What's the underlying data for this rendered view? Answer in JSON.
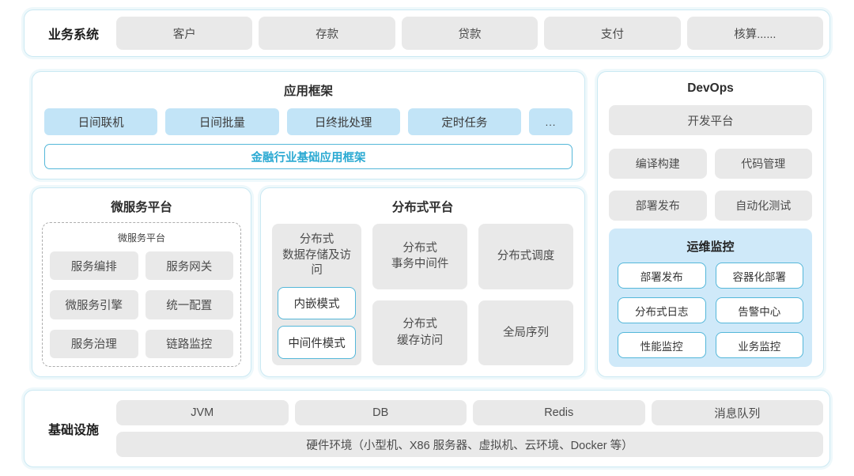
{
  "colors": {
    "panel_border": "#cbe9f3",
    "gray_box_bg": "#e9e9e9",
    "blue_box_bg": "#c2e4f7",
    "monitor_bg": "#cfe9f9",
    "teal_border": "#54b7d9",
    "teal_text": "#2aa9d2"
  },
  "business": {
    "label": "业务系统",
    "items": [
      "客户",
      "存款",
      "贷款",
      "支付",
      "核算......"
    ]
  },
  "app_framework": {
    "title": "应用框架",
    "items": [
      "日间联机",
      "日间批量",
      "日终批处理",
      "定时任务",
      "..."
    ],
    "base": "金融行业基础应用框架"
  },
  "microservice": {
    "title": "微服务平台",
    "inner_title": "微服务平台",
    "items": [
      "服务编排",
      "服务网关",
      "微服务引擎",
      "统一配置",
      "服务治理",
      "链路监控"
    ]
  },
  "distributed": {
    "title": "分布式平台",
    "storage": {
      "lines": [
        "分布式",
        "数据存储及访问"
      ],
      "modes": [
        "内嵌模式",
        "中间件模式"
      ]
    },
    "transaction": {
      "lines": [
        "分布式",
        "事务中间件"
      ]
    },
    "scheduler": "分布式调度",
    "cache": {
      "lines": [
        "分布式",
        "缓存访问"
      ]
    },
    "sequence": "全局序列"
  },
  "devops": {
    "title": "DevOps",
    "dev_platform": "开发平台",
    "grid": [
      "编译构建",
      "代码管理",
      "部署发布",
      "自动化测试"
    ],
    "monitor": {
      "title": "运维监控",
      "items": [
        "部署发布",
        "容器化部署",
        "分布式日志",
        "告警中心",
        "性能监控",
        "业务监控"
      ]
    }
  },
  "infrastructure": {
    "label": "基础设施",
    "items": [
      "JVM",
      "DB",
      "Redis",
      "消息队列"
    ],
    "hardware": "硬件环境（小型机、X86 服务器、虚拟机、云环境、Docker 等）"
  }
}
